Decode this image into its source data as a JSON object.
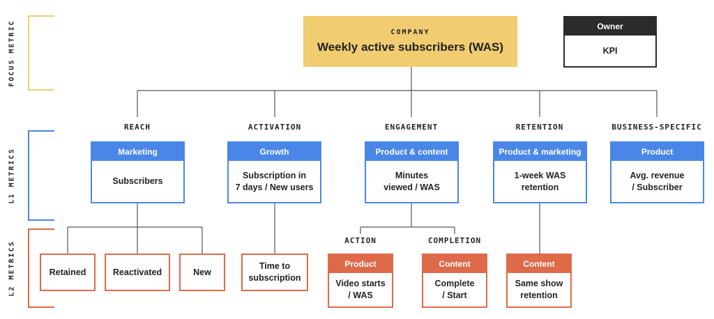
{
  "rows": {
    "focus": {
      "label": "FOCUS METRIC",
      "color": "#f2cc70"
    },
    "l1": {
      "label": "L1 METRICS",
      "color": "#4a86e8"
    },
    "l2": {
      "label": "L2 METRICS",
      "color": "#de6a4a"
    }
  },
  "company": {
    "kicker": "COMPANY",
    "title": "Weekly active subscribers (WAS)"
  },
  "legend": {
    "owner": "Owner",
    "kpi": "KPI"
  },
  "l1": [
    {
      "category": "REACH",
      "owner": "Marketing",
      "kpi": "Subscribers"
    },
    {
      "category": "ACTIVATION",
      "owner": "Growth",
      "kpi": "Subscription in\n7 days / New users"
    },
    {
      "category": "ENGAGEMENT",
      "owner": "Product & content",
      "kpi": "Minutes\nviewed / WAS"
    },
    {
      "category": "RETENTION",
      "owner": "Product & marketing",
      "kpi": "1-week WAS\nretention"
    },
    {
      "category": "BUSINESS-SPECIFIC",
      "owner": "Product",
      "kpi": "Avg. revenue\n/ Subscriber"
    }
  ],
  "l2": {
    "reach": [
      "Retained",
      "Reactivated",
      "New"
    ],
    "activation": "Time to\nsubscription",
    "engagement": [
      {
        "category": "ACTION",
        "owner": "Product",
        "kpi": "Video starts\n/ WAS"
      },
      {
        "category": "COMPLETION",
        "owner": "Content",
        "kpi": "Complete\n/ Start"
      }
    ],
    "retention": {
      "owner": "Content",
      "kpi": "Same show\nretention"
    }
  }
}
